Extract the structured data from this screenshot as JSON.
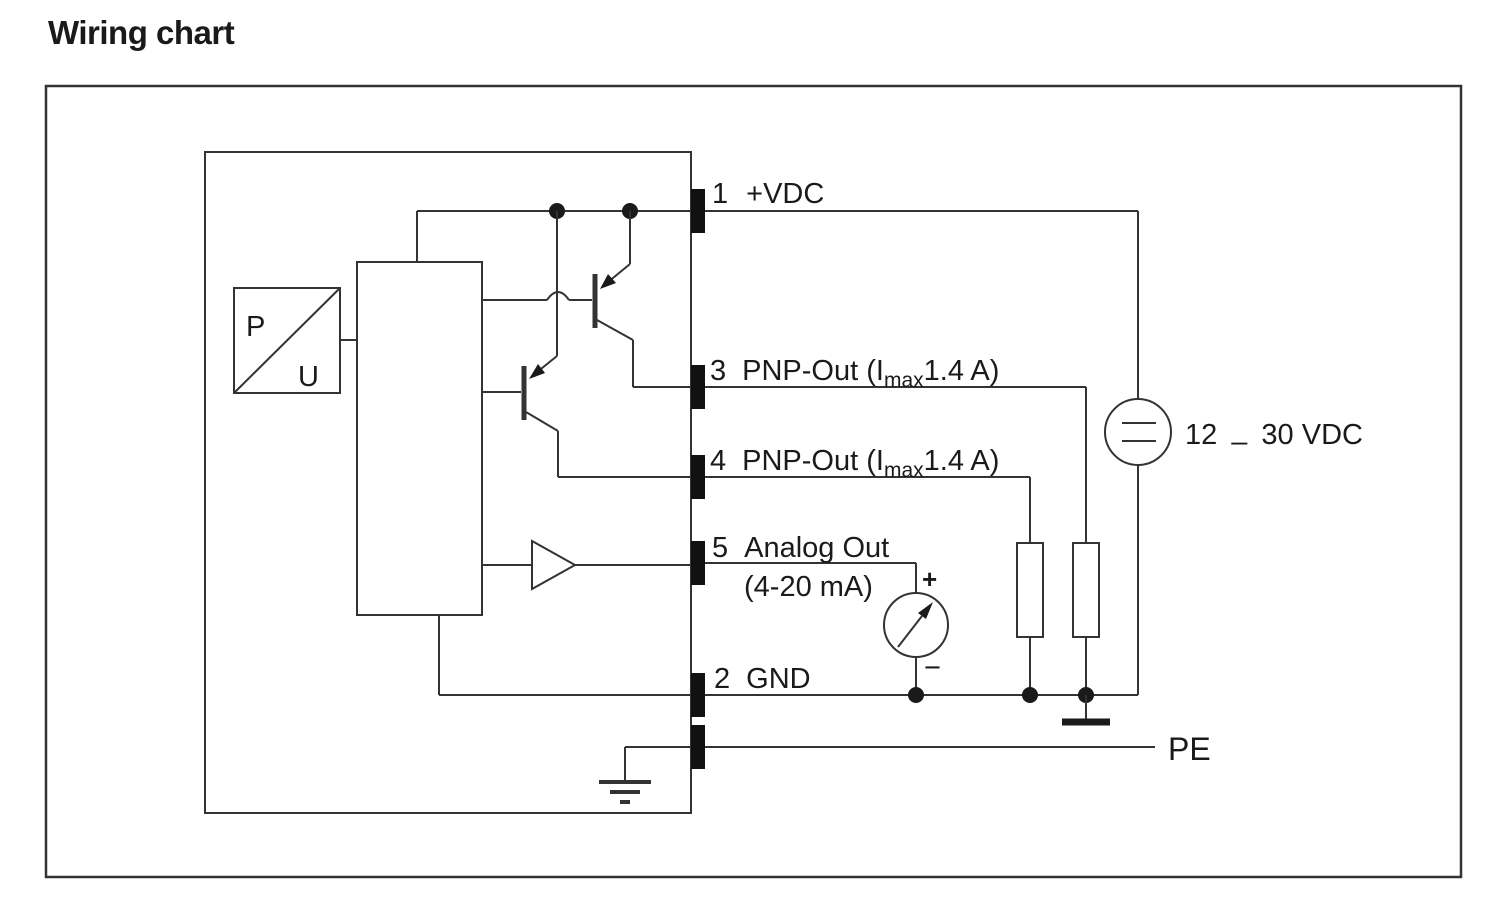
{
  "title": "Wiring chart",
  "sensor": {
    "pu_block": {
      "p": "P",
      "u": "U"
    }
  },
  "pins": {
    "vdc": {
      "num": "1",
      "name": "+VDC"
    },
    "pnp3": {
      "num": "3",
      "pre": "PNP-Out (I",
      "sub": "max",
      "post": "1.4 A)"
    },
    "pnp4": {
      "num": "4",
      "pre": "PNP-Out (I",
      "sub": "max",
      "post": "1.4 A)"
    },
    "analog": {
      "num": "5",
      "name": "Analog Out",
      "range": "(4-20 mA)"
    },
    "gnd": {
      "num": "2",
      "name": "GND"
    },
    "pe": {
      "name": "PE"
    }
  },
  "supply": {
    "min": "12",
    "dash": "–",
    "max_unit": "30 VDC"
  },
  "meter": {
    "plus": "+",
    "minus": "−"
  },
  "colors": {
    "line": "#333333",
    "ink": "#1a1a1a",
    "fill_terminal": "#111111",
    "bg": "#ffffff"
  }
}
